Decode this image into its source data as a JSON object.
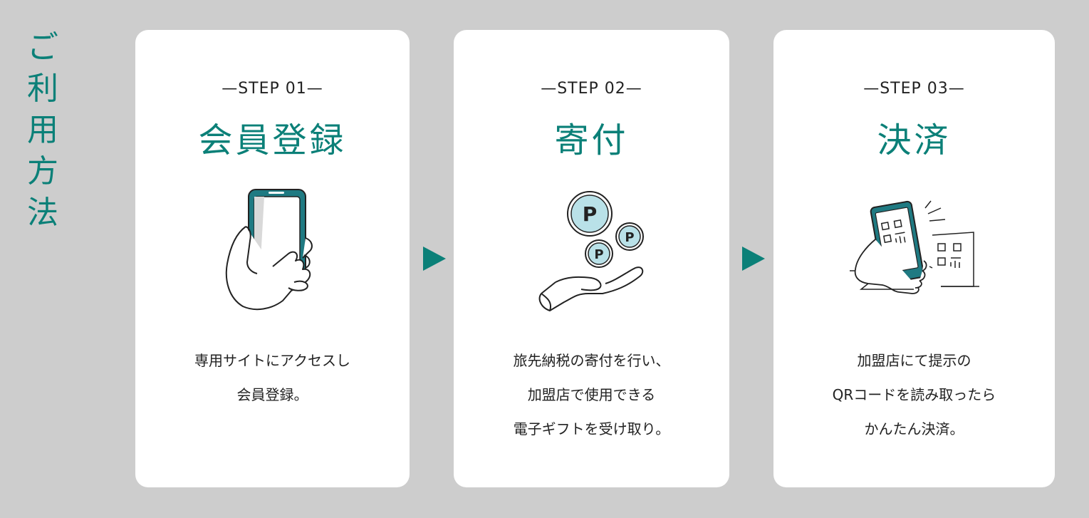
{
  "section_title": [
    "ご",
    "利",
    "用",
    "方",
    "法"
  ],
  "steps": [
    {
      "label": "—STEP 01—",
      "title": "会員登録",
      "icon": "smartphone-hand-icon",
      "lines": [
        "専用サイトにアクセスし",
        "会員登録。"
      ]
    },
    {
      "label": "—STEP 02—",
      "title": "寄付",
      "icon": "points-hand-icon",
      "lines": [
        "旅先納税の寄付を行い、",
        "加盟店で使用できる",
        "電子ギフトを受け取り。"
      ]
    },
    {
      "label": "—STEP 03—",
      "title": "決済",
      "icon": "qr-payment-icon",
      "lines": [
        "加盟店にて提示の",
        "QRコードを読み取ったら",
        "かんたん決済。"
      ]
    }
  ],
  "coin_letter": "P",
  "colors": {
    "accent": "#0b8078",
    "background": "#cdcdcd",
    "coin": "#b9e1e8"
  }
}
